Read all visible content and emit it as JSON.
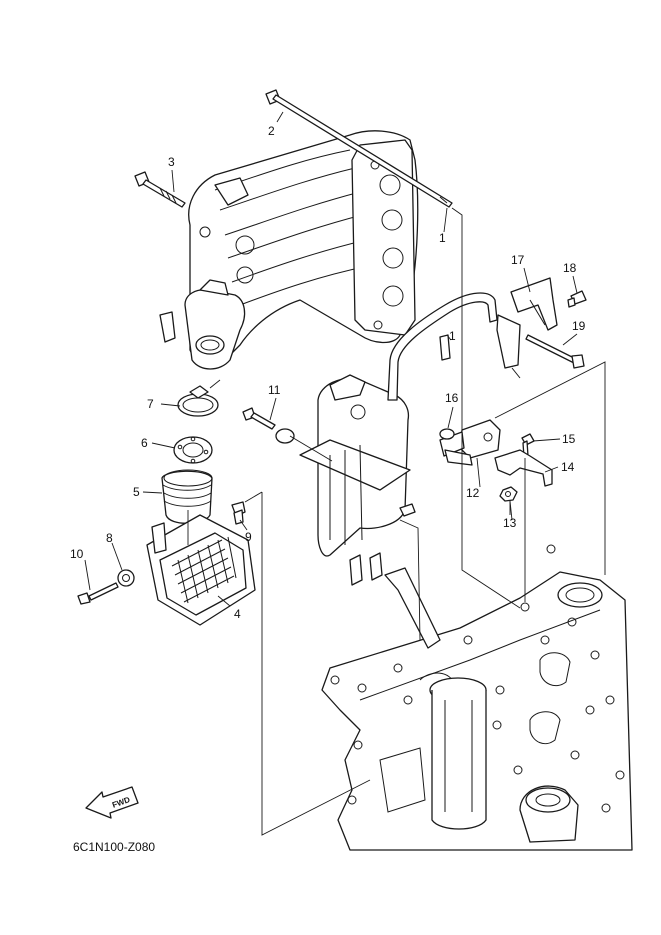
{
  "diagram_code": "6C1N100-Z080",
  "fwd_label": "FWD",
  "callouts": [
    {
      "id": "1a",
      "text": "1"
    },
    {
      "id": "1b",
      "text": "1"
    },
    {
      "id": "2",
      "text": "2"
    },
    {
      "id": "3",
      "text": "3"
    },
    {
      "id": "4",
      "text": "4"
    },
    {
      "id": "5",
      "text": "5"
    },
    {
      "id": "6",
      "text": "6"
    },
    {
      "id": "7",
      "text": "7"
    },
    {
      "id": "8",
      "text": "8"
    },
    {
      "id": "9",
      "text": "9"
    },
    {
      "id": "10",
      "text": "10"
    },
    {
      "id": "11",
      "text": "11"
    },
    {
      "id": "12",
      "text": "12"
    },
    {
      "id": "13",
      "text": "13"
    },
    {
      "id": "14",
      "text": "14"
    },
    {
      "id": "15",
      "text": "15"
    },
    {
      "id": "16",
      "text": "16"
    },
    {
      "id": "17",
      "text": "17"
    },
    {
      "id": "18",
      "text": "18"
    },
    {
      "id": "19",
      "text": "19"
    }
  ]
}
